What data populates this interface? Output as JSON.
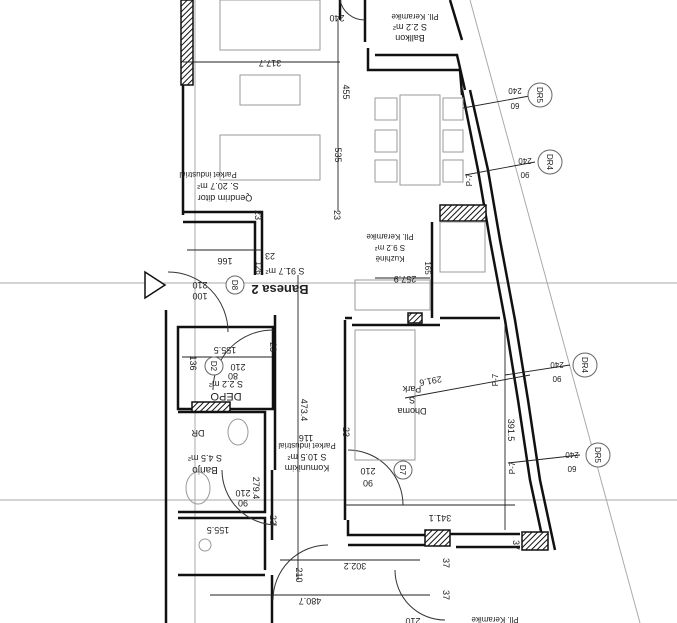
{
  "title": "Banesa 2",
  "area_total": "S 91.7 m²",
  "rooms": {
    "living": {
      "name": "Qendrim ditor",
      "area": "S. 20.7 m²",
      "floor": "Parket industrial"
    },
    "balcony": {
      "name": "Ballkon",
      "area": "S 2.2 m²",
      "floor": "Pll. Keramike"
    },
    "kitchen": {
      "name": "Kuzhinë",
      "area": "S 9.2 m²",
      "floor": "Pll. Keramike"
    },
    "bedroom": {
      "name": "Dhoma",
      "area": "S",
      "floor": "Park"
    },
    "depo": {
      "name": "DEPO",
      "area": "S 2.2 m²"
    },
    "bath": {
      "name": "Banjo",
      "area": "S 4.5 m²",
      "tag": "DR"
    },
    "corridor": {
      "name": "Komunikim",
      "area": "S 10.5 m²",
      "floor": "Parket industrial"
    },
    "lower": {
      "floor": "Pll. Keramike"
    }
  },
  "dimensions": [
    "317.7",
    "455",
    "535",
    "23",
    "23",
    "166",
    "23",
    "126",
    "155.5",
    "136",
    "473.4",
    "116",
    "23",
    "391.5",
    "291.6",
    "257.9",
    "165",
    "341.1",
    "302.2",
    "37",
    "37",
    "37",
    "480.7",
    "210",
    "155.5",
    "279.4",
    "23",
    "23"
  ],
  "doors": [
    {
      "tag": "D8",
      "w": "100",
      "h": "210"
    },
    {
      "tag": "D2",
      "w": "80",
      "h": "210"
    },
    {
      "tag": "D7",
      "w": "90",
      "h": "210"
    }
  ],
  "windows": [
    {
      "tag": "DR5",
      "h": "240",
      "w": "60"
    },
    {
      "tag": "DR4",
      "h": "240",
      "w": "90"
    },
    {
      "tag": "DR4",
      "h": "240",
      "w": "90"
    },
    {
      "tag": "DR5",
      "h": "240",
      "w": "60"
    }
  ],
  "wall_tag": "P-7",
  "misc": {
    "bath_door_w": "90",
    "bath_door_h": "210",
    "entry_door_h": "210",
    "entry_door_w": "90",
    "balcony_h": "240"
  }
}
